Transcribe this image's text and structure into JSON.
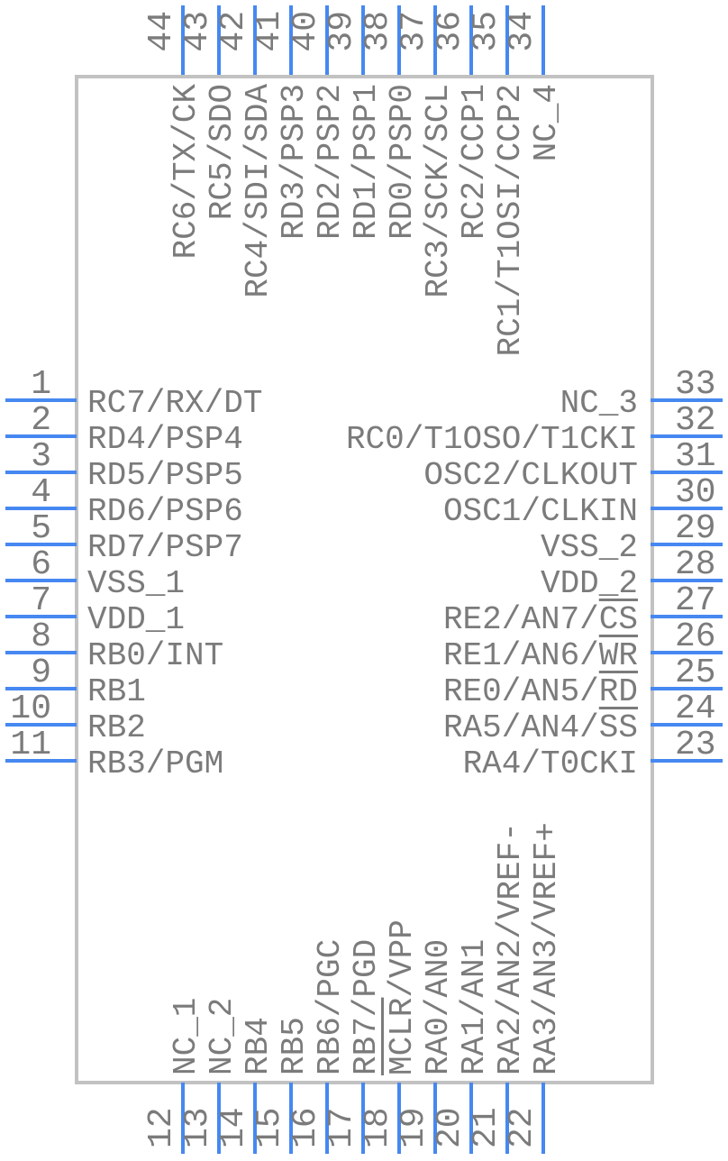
{
  "diagram": {
    "type": "ic-pinout-symbol",
    "colors": {
      "background": "#ffffff",
      "body_fill": "#ffffff",
      "body_border": "#c2c2c2",
      "pin_line": "#4688f1",
      "text": "#7b7b7b"
    },
    "pins": {
      "top": [
        {
          "number": "44",
          "label": "RC6/TX/CK"
        },
        {
          "number": "43",
          "label": "RC5/SDO"
        },
        {
          "number": "42",
          "label": "RC4/SDI/SDA"
        },
        {
          "number": "41",
          "label": "RD3/PSP3"
        },
        {
          "number": "40",
          "label": "RD2/PSP2"
        },
        {
          "number": "39",
          "label": "RD1/PSP1"
        },
        {
          "number": "38",
          "label": "RD0/PSP0"
        },
        {
          "number": "37",
          "label": "RC3/SCK/SCL"
        },
        {
          "number": "36",
          "label": "RC2/CCP1"
        },
        {
          "number": "35",
          "label": "RC1/T1OSI/CCP2"
        },
        {
          "number": "34",
          "label": "NC_4"
        }
      ],
      "left": [
        {
          "number": "1",
          "label": "RC7/RX/DT"
        },
        {
          "number": "2",
          "label": "RD4/PSP4"
        },
        {
          "number": "3",
          "label": "RD5/PSP5"
        },
        {
          "number": "4",
          "label": "RD6/PSP6"
        },
        {
          "number": "5",
          "label": "RD7/PSP7"
        },
        {
          "number": "6",
          "label": "VSS_1"
        },
        {
          "number": "7",
          "label": "VDD_1"
        },
        {
          "number": "8",
          "label": "RB0/INT"
        },
        {
          "number": "9",
          "label": "RB1"
        },
        {
          "number": "10",
          "label": "RB2"
        },
        {
          "number": "11",
          "label": "RB3/PGM"
        }
      ],
      "right": [
        {
          "number": "33",
          "label": "NC_3"
        },
        {
          "number": "32",
          "label": "RC0/T1OSO/T1CKI"
        },
        {
          "number": "31",
          "label": "OSC2/CLKOUT"
        },
        {
          "number": "30",
          "label": "OSC1/CLKIN"
        },
        {
          "number": "29",
          "label": "VSS_2"
        },
        {
          "number": "28",
          "label": "VDD_2"
        },
        {
          "number": "27",
          "label": "RE2/AN7/~{CS}"
        },
        {
          "number": "26",
          "label": "RE1/AN6/~{WR}"
        },
        {
          "number": "25",
          "label": "RE0/AN5/~{RD}"
        },
        {
          "number": "24",
          "label": "RA5/AN4/~{SS}"
        },
        {
          "number": "23",
          "label": "RA4/T0CKI"
        }
      ],
      "bottom": [
        {
          "number": "12",
          "label": "NC_1"
        },
        {
          "number": "13",
          "label": "NC_2"
        },
        {
          "number": "14",
          "label": "RB4"
        },
        {
          "number": "15",
          "label": "RB5"
        },
        {
          "number": "16",
          "label": "RB6/PGC"
        },
        {
          "number": "17",
          "label": "RB7/PGD"
        },
        {
          "number": "18",
          "label": "~{MCLR}/VPP"
        },
        {
          "number": "19",
          "label": "RA0/AN0"
        },
        {
          "number": "20",
          "label": "RA1/AN1"
        },
        {
          "number": "21",
          "label": "RA2/AN2/VREF-"
        },
        {
          "number": "22",
          "label": "RA3/AN3/VREF+"
        }
      ]
    }
  }
}
